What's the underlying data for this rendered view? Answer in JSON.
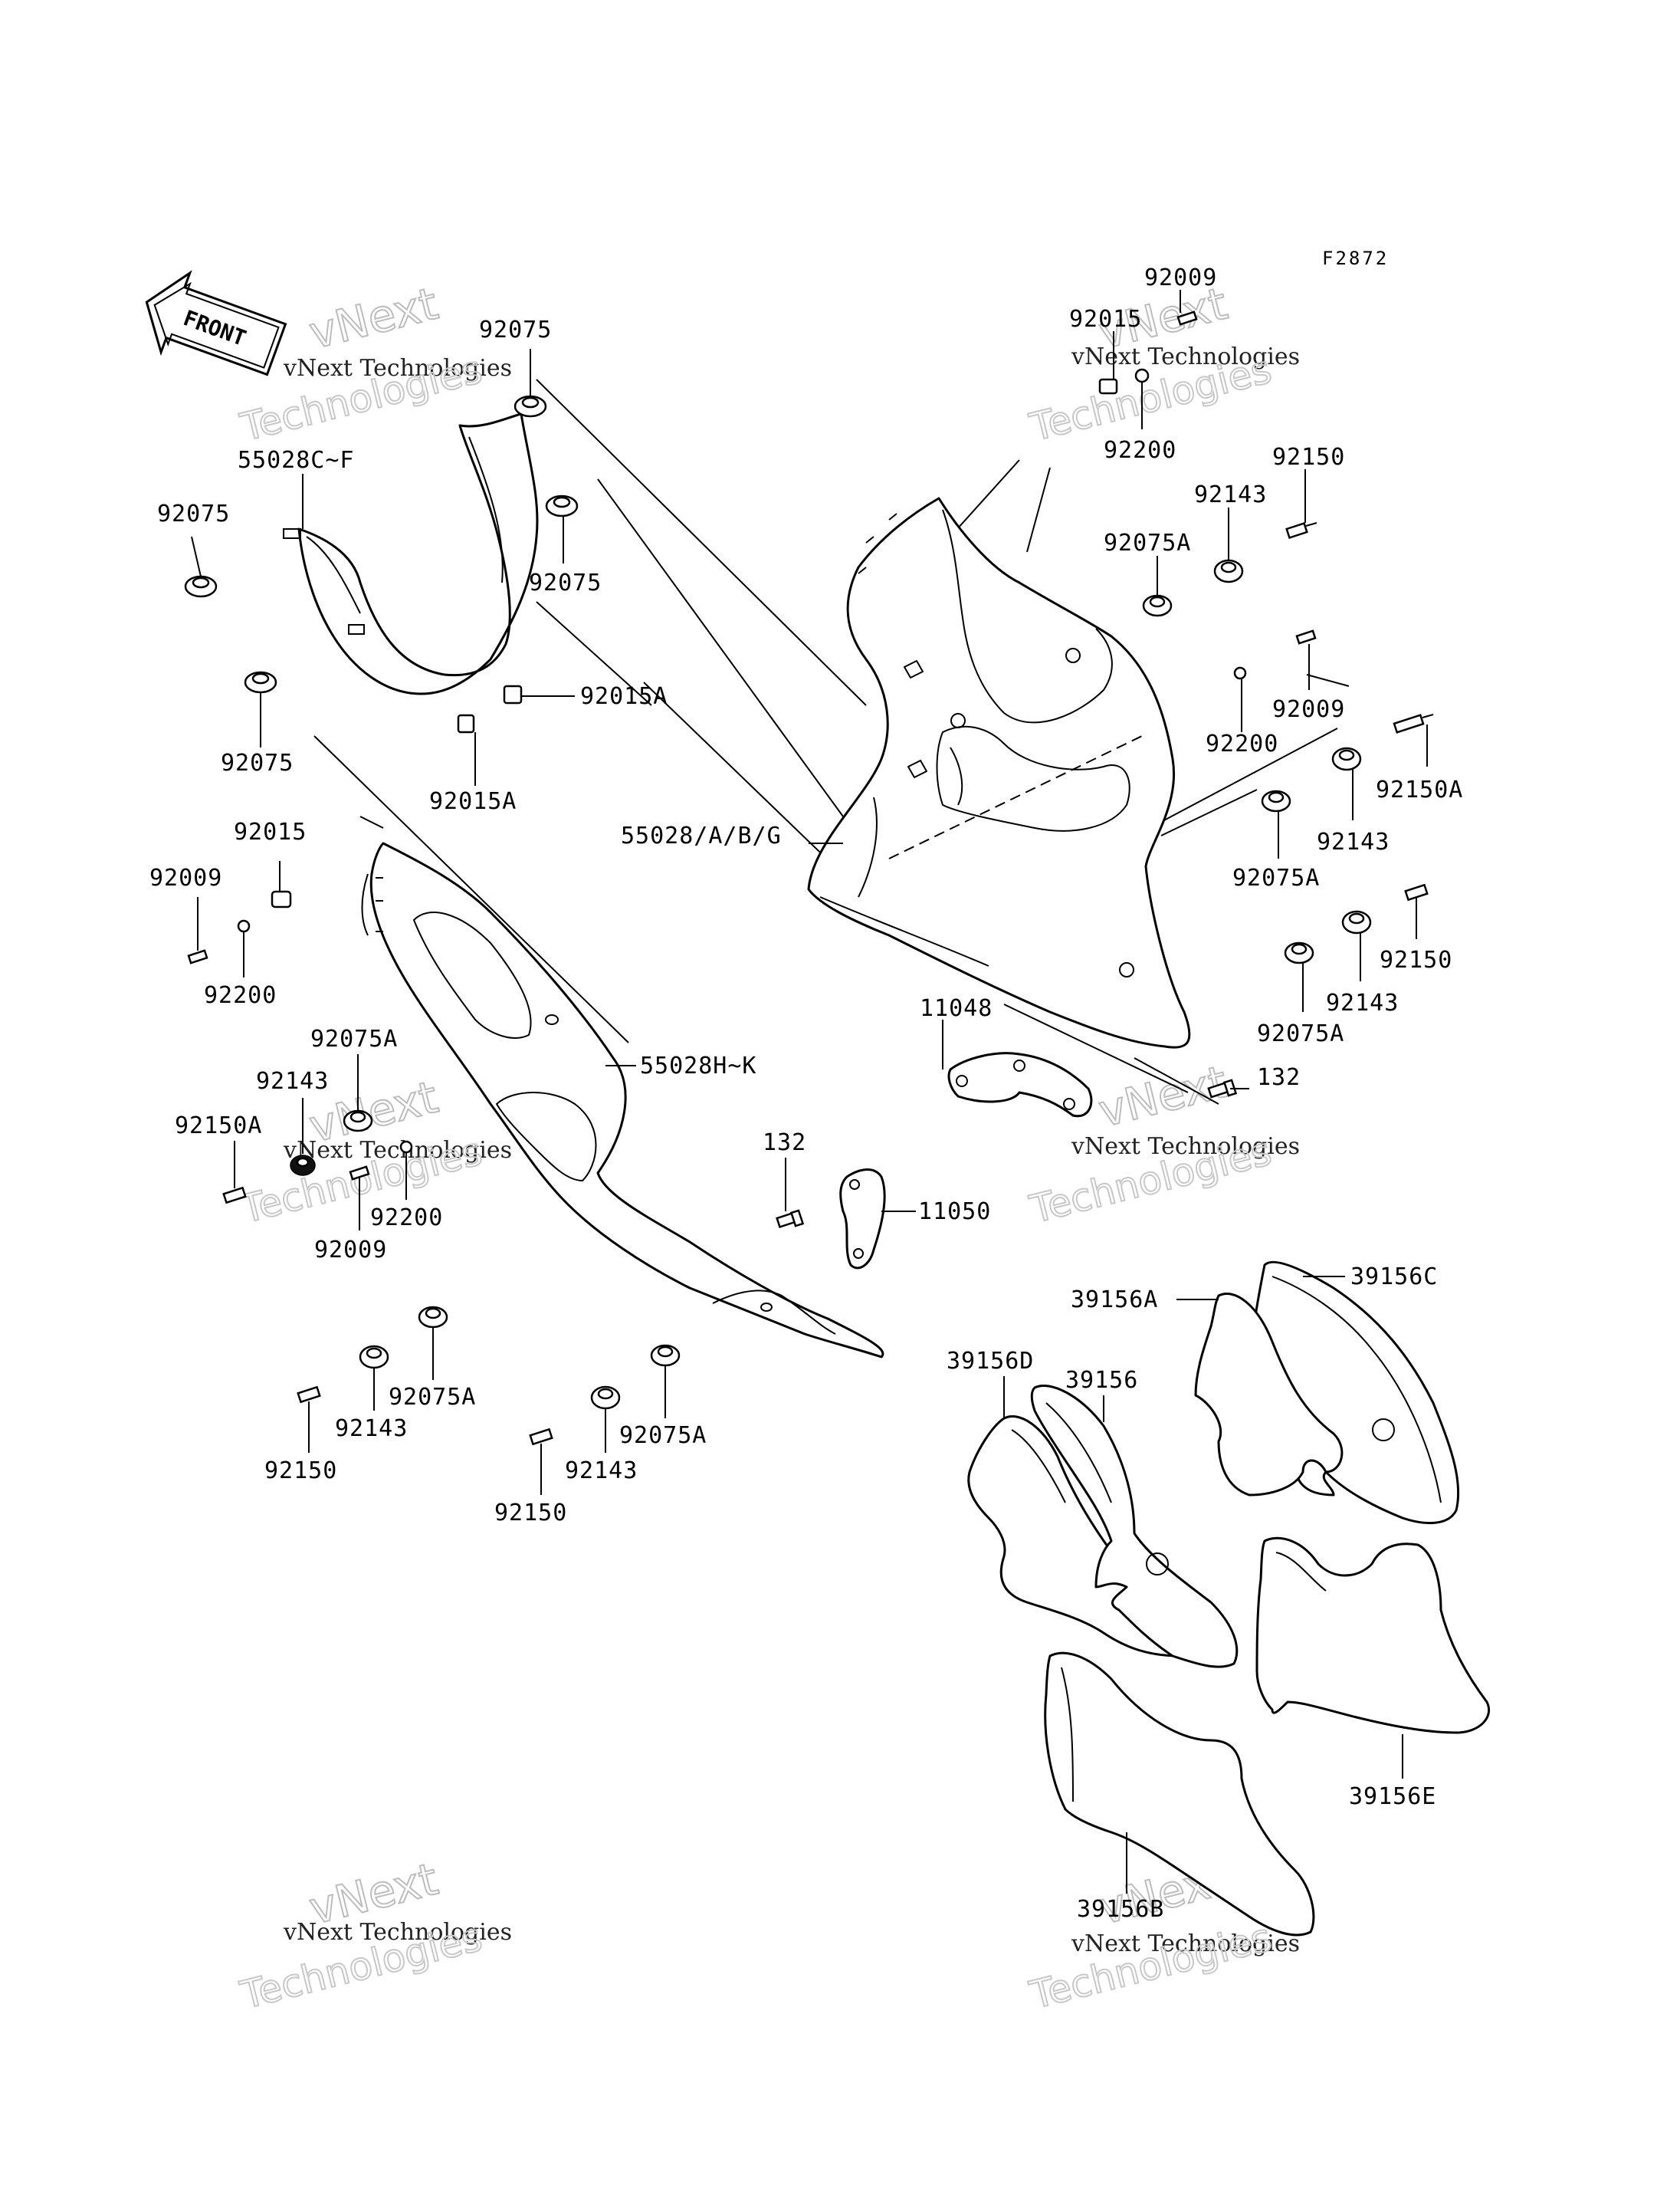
{
  "diagram_code": "F2872",
  "front_arrow_label": "FRONT",
  "watermark": {
    "line_top": "vNext",
    "line_mid": "vNext Technologies",
    "line_bottom": "Technologies"
  },
  "callouts": {
    "c92009_top": "92009",
    "c92015_top": "92015",
    "c92200_top": "92200",
    "c92150_top": "92150",
    "c92143_top": "92143",
    "c92075A_top": "92075A",
    "c92009_mid": "92009",
    "c92200_mid": "92200",
    "c92150A_right": "92150A",
    "c92143_right1": "92143",
    "c92075A_right1": "92075A",
    "c92150_right": "92150",
    "c92143_right2": "92143",
    "c92075A_right2": "92075A",
    "c132_right": "132",
    "c11048": "11048",
    "c92075_tl1": "92075",
    "c55028C_F": "55028C~F",
    "c92075_tl2": "92075",
    "c92075_tl3": "92075",
    "c92075_tl4": "92075",
    "c92015A_1": "92015A",
    "c92015A_2": "92015A",
    "c55028_ABG": "55028/A/B/G",
    "c92015_left": "92015",
    "c92009_left": "92009",
    "c92200_left": "92200",
    "c92075A_left": "92075A",
    "c92143_left": "92143",
    "c92150A_left": "92150A",
    "c92200_left2": "92200",
    "c92009_left2": "92009",
    "c55028H_K": "55028H~K",
    "c132_mid": "132",
    "c11050": "11050",
    "c92075A_bl1": "92075A",
    "c92143_bl1": "92143",
    "c92150_bl1": "92150",
    "c92075A_bl2": "92075A",
    "c92143_bl2": "92143",
    "c92150_bl2": "92150",
    "c39156A": "39156A",
    "c39156C": "39156C",
    "c39156D": "39156D",
    "c39156": "39156",
    "c39156E": "39156E",
    "c39156B": "39156B"
  }
}
